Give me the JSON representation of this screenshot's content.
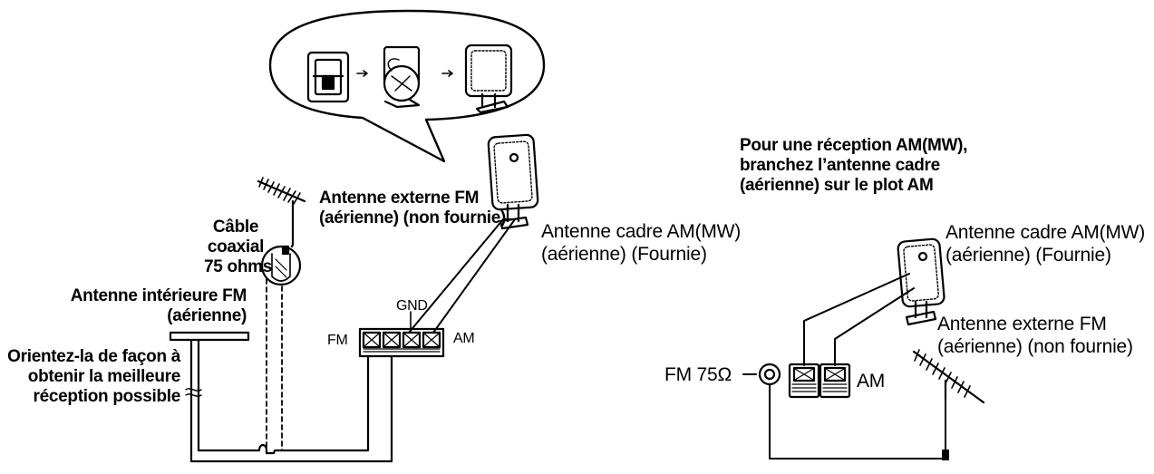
{
  "left": {
    "fm_external_label": [
      "Antenne externe FM",
      "(aérienne) (non fournie)"
    ],
    "coax_label": [
      "Câble",
      "coaxial",
      "75 ohms"
    ],
    "fm_indoor_label": [
      "Antenne intérieure FM",
      "(aérienne)"
    ],
    "orient_label": [
      "Orientez-la de façon à",
      "obtenir la meilleure",
      "réception possible"
    ],
    "am_loop_label": [
      "Antenne cadre AM(MW)",
      "(aérienne) (Fournie)"
    ],
    "terminal_fm": "FM",
    "terminal_gnd": "GND",
    "terminal_am": "AM"
  },
  "right": {
    "instruction": [
      "Pour une réception AM(MW),",
      "branchez l’antenne cadre",
      "(aérienne) sur le plot AM"
    ],
    "am_loop_label": [
      "Antenne cadre AM(MW)",
      "(aérienne) (Fournie)"
    ],
    "fm_external_label": [
      "Antenne externe FM",
      "(aérienne) (non fournie)"
    ],
    "terminal_fm": "FM 75Ω",
    "terminal_am": "AM"
  }
}
